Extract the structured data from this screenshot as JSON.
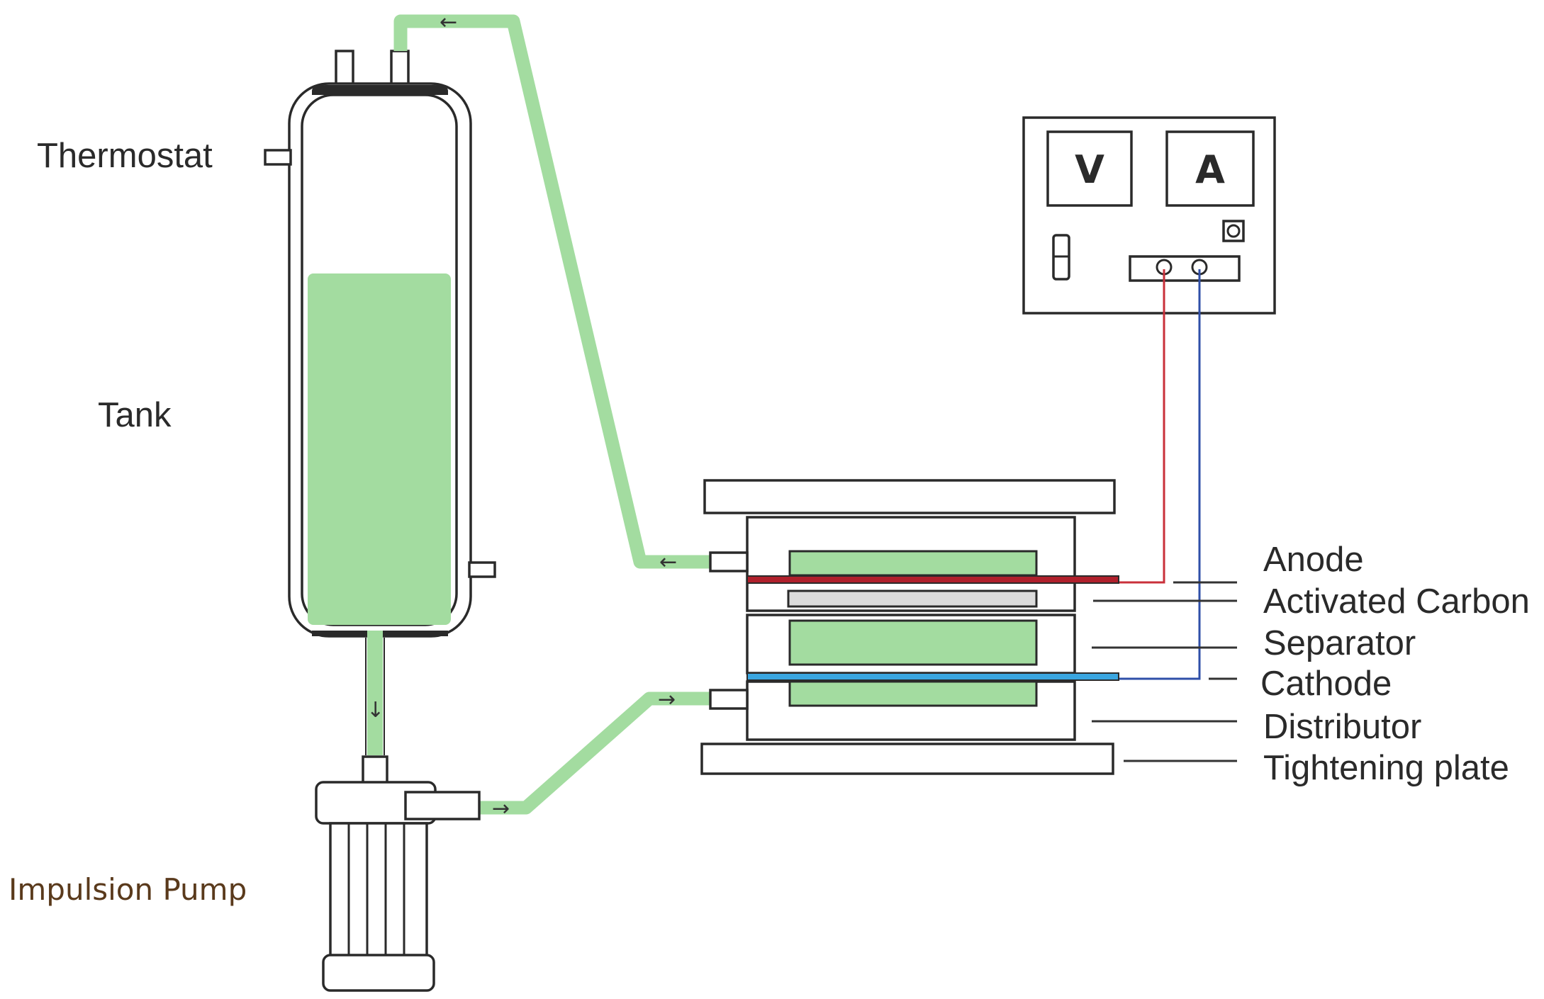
{
  "colors": {
    "liquid": "#a3dca0",
    "anode_wire": "#c9303a",
    "cathode_wire": "#2f4fa8",
    "anode_electrode": "#b0202c",
    "cathode_electrode": "#3aa6e0"
  },
  "labels": {
    "thermostat": "Thermostat",
    "tank": "Tank",
    "pump": "Impulsion Pump",
    "anode": "Anode",
    "activated_carbon": "Activated Carbon",
    "separator": "Separator",
    "cathode": "Cathode",
    "distributor": "Distributor",
    "tightening_plate": "Tightening plate"
  },
  "meter": {
    "voltmeter": "V",
    "ammeter": "A"
  },
  "arrows": {
    "left": "←",
    "right": "→",
    "down": "↓"
  }
}
